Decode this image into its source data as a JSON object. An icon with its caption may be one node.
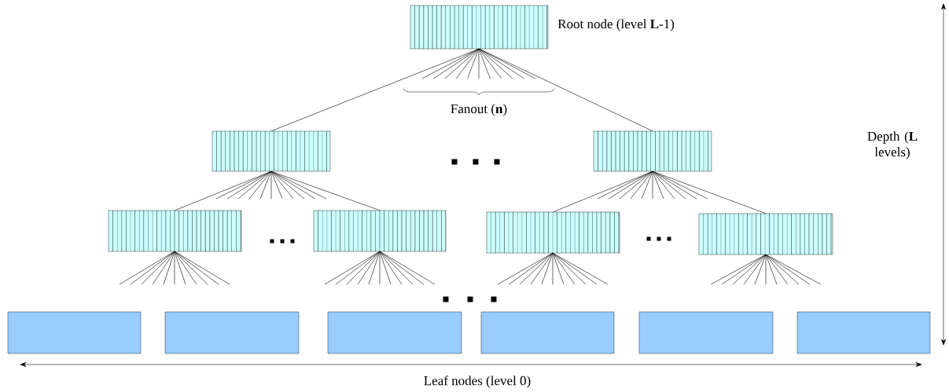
{
  "diagram": {
    "nodes": [
      {
        "text": [],
        "shape": "box",
        "beside": [
          "Root node (level **L**-1)"
        ]
      },
      {
        "text": [],
        "shape": "box"
      },
      {
        "text": [],
        "shape": "box"
      },
      {
        "text": [],
        "shape": "box"
      },
      {
        "text": [],
        "shape": "box"
      },
      {
        "text": [],
        "shape": "box"
      },
      {
        "text": [],
        "shape": "box"
      },
      {
        "text": [],
        "shape": "box"
      },
      {
        "text": [],
        "shape": "box"
      },
      {
        "text": [],
        "shape": "box"
      },
      {
        "text": [],
        "shape": "box"
      },
      {
        "text": [],
        "shape": "box"
      },
      {
        "text": [],
        "shape": "box"
      }
    ],
    "edges": [
      {
        "from": 0,
        "to": 1,
        "arrow": "none"
      },
      {
        "from": 0,
        "to": 2,
        "arrow": "none"
      },
      {
        "from": 1,
        "to": 3,
        "arrow": "none"
      },
      {
        "from": 1,
        "to": 4,
        "arrow": "none"
      },
      {
        "from": 2,
        "to": 5,
        "arrow": "none"
      },
      {
        "from": 2,
        "to": 6,
        "arrow": "none"
      }
    ],
    "labels": [
      "Fanout (**n**)",
      "Depth (**L** levels)",
      "Leaf nodes (level 0)"
    ]
  }
}
